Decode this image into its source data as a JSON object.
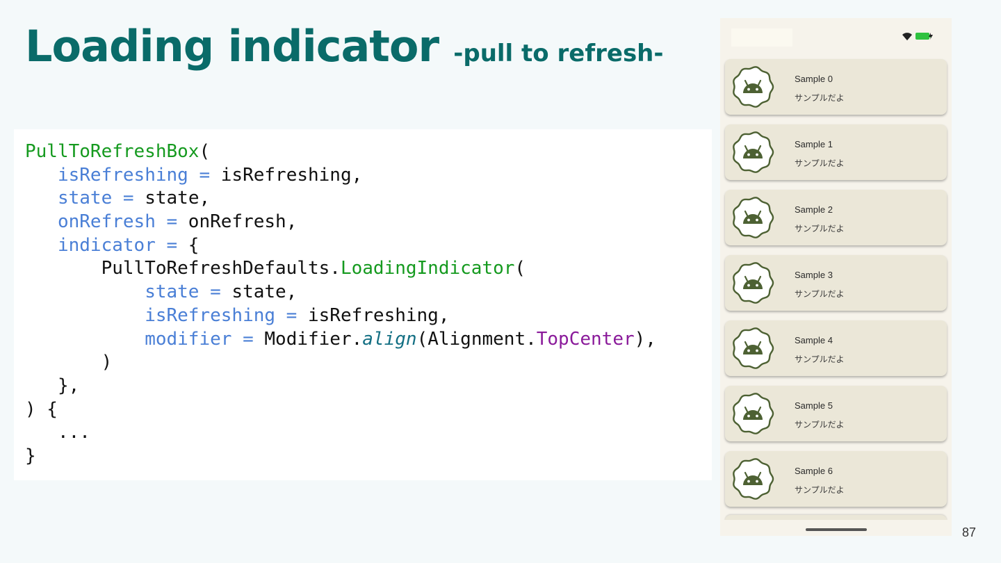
{
  "slide": {
    "title": "Loading indicator",
    "subtitle": "-pull to refresh-",
    "page_number": "87"
  },
  "colors": {
    "title": "#0a6b69",
    "code_function": "#159a1f",
    "code_parameter": "#4a7fd6",
    "code_constant": "#8a1a9a",
    "code_extension": "#136f83",
    "card_background": "#ebe7d8",
    "android_icon": "#4d6133",
    "battery": "#2fc23f"
  },
  "code": {
    "lines": [
      [
        {
          "text": "PullToRefreshBox",
          "kind": "function"
        },
        {
          "text": "(",
          "kind": "plain"
        }
      ],
      [
        {
          "text": "   ",
          "kind": "plain"
        },
        {
          "text": "isRefreshing =",
          "kind": "parameter"
        },
        {
          "text": " isRefreshing,",
          "kind": "plain"
        }
      ],
      [
        {
          "text": "   ",
          "kind": "plain"
        },
        {
          "text": "state =",
          "kind": "parameter"
        },
        {
          "text": " state,",
          "kind": "plain"
        }
      ],
      [
        {
          "text": "   ",
          "kind": "plain"
        },
        {
          "text": "onRefresh =",
          "kind": "parameter"
        },
        {
          "text": " onRefresh,",
          "kind": "plain"
        }
      ],
      [
        {
          "text": "   ",
          "kind": "plain"
        },
        {
          "text": "indicator =",
          "kind": "parameter"
        },
        {
          "text": " {",
          "kind": "plain"
        }
      ],
      [
        {
          "text": "       PullToRefreshDefaults.",
          "kind": "plain"
        },
        {
          "text": "LoadingIndicator",
          "kind": "function"
        },
        {
          "text": "(",
          "kind": "plain"
        }
      ],
      [
        {
          "text": "           ",
          "kind": "plain"
        },
        {
          "text": "state =",
          "kind": "parameter"
        },
        {
          "text": " state,",
          "kind": "plain"
        }
      ],
      [
        {
          "text": "           ",
          "kind": "plain"
        },
        {
          "text": "isRefreshing =",
          "kind": "parameter"
        },
        {
          "text": " isRefreshing,",
          "kind": "plain"
        }
      ],
      [
        {
          "text": "           ",
          "kind": "plain"
        },
        {
          "text": "modifier =",
          "kind": "parameter"
        },
        {
          "text": " Modifier.",
          "kind": "plain"
        },
        {
          "text": "align",
          "kind": "extension"
        },
        {
          "text": "(Alignment.",
          "kind": "plain"
        },
        {
          "text": "TopCenter",
          "kind": "constant"
        },
        {
          "text": "),",
          "kind": "plain"
        }
      ],
      [
        {
          "text": "       )",
          "kind": "plain"
        }
      ],
      [
        {
          "text": "   },",
          "kind": "plain"
        }
      ],
      [
        {
          "text": ") {",
          "kind": "plain"
        }
      ],
      [
        {
          "text": "   ...",
          "kind": "plain"
        }
      ],
      [
        {
          "text": "}",
          "kind": "plain"
        }
      ]
    ]
  },
  "phone": {
    "status_icons": [
      "wifi-icon",
      "battery-charging-icon"
    ],
    "items": [
      {
        "title": "Sample 0",
        "subtitle": "サンプルだよ",
        "icon": "android-icon"
      },
      {
        "title": "Sample 1",
        "subtitle": "サンプルだよ",
        "icon": "android-icon"
      },
      {
        "title": "Sample 2",
        "subtitle": "サンプルだよ",
        "icon": "android-icon"
      },
      {
        "title": "Sample 3",
        "subtitle": "サンプルだよ",
        "icon": "android-icon"
      },
      {
        "title": "Sample 4",
        "subtitle": "サンプルだよ",
        "icon": "android-icon"
      },
      {
        "title": "Sample 5",
        "subtitle": "サンプルだよ",
        "icon": "android-icon"
      },
      {
        "title": "Sample 6",
        "subtitle": "サンプルだよ",
        "icon": "android-icon"
      }
    ]
  }
}
